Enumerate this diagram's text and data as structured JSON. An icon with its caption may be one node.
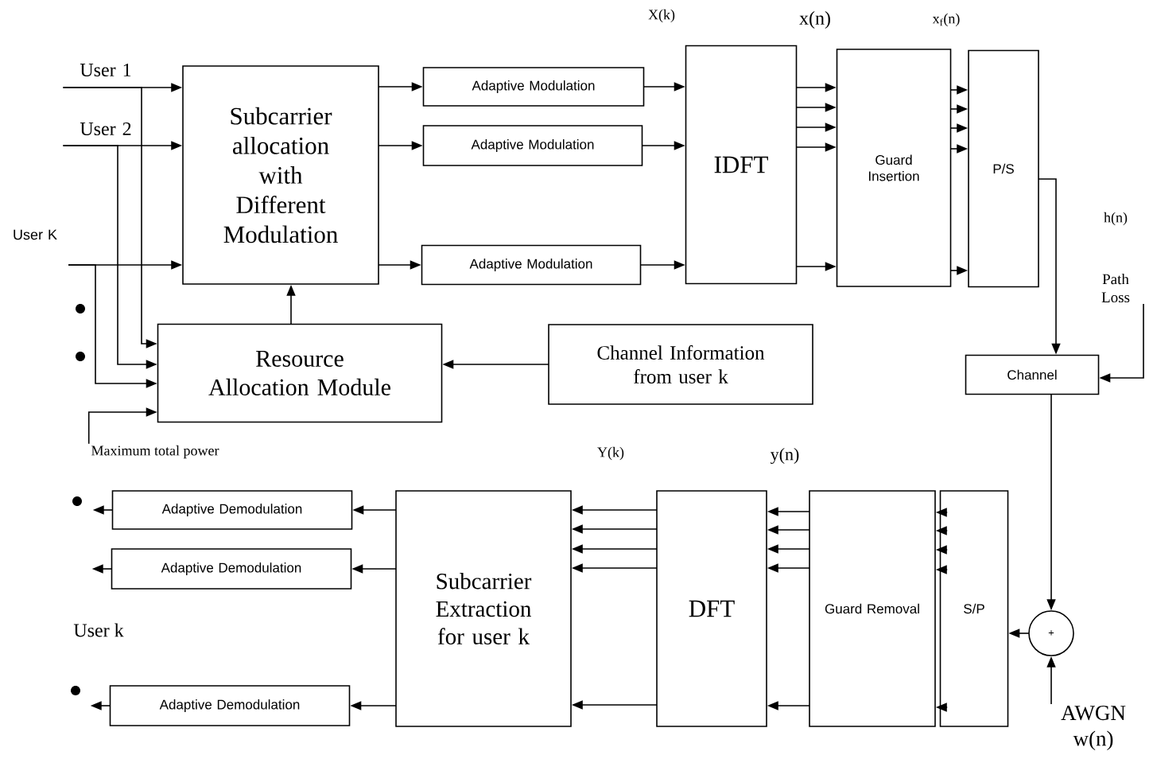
{
  "diagram": {
    "nodes": [
      {
        "text": [
          "Subcarrier allocation with Different Modulation"
        ]
      },
      {
        "text": [
          "Adaptive Modulation"
        ]
      },
      {
        "text": [
          "Adaptive Modulation"
        ]
      },
      {
        "text": [
          "Adaptive Modulation"
        ]
      },
      {
        "text": [
          "IDFT"
        ]
      },
      {
        "text": [
          "Guard Insertion"
        ]
      },
      {
        "text": [
          "P/S"
        ]
      },
      {
        "text": [
          "Resource Allocation Module"
        ]
      },
      {
        "text": [
          "Channel Information from user k"
        ]
      },
      {
        "text": [
          "Channel"
        ]
      },
      {
        "text": [
          "+"
        ]
      },
      {
        "text": [
          "S/P"
        ]
      },
      {
        "text": [
          "Guard Removal"
        ]
      },
      {
        "text": [
          "DFT"
        ]
      },
      {
        "text": [
          "Subcarrier Extraction for user k"
        ]
      },
      {
        "text": [
          "Adaptive Demodulation"
        ]
      },
      {
        "text": [
          "Adaptive Demodulation"
        ]
      },
      {
        "text": [
          "Adaptive Demodulation"
        ]
      },
      {
        "text": [
          "User 1"
        ]
      },
      {
        "text": [
          "User 2"
        ]
      },
      {
        "text": [
          "User K"
        ]
      },
      {
        "text": [
          "Maximum total power"
        ]
      },
      {
        "text": [
          "Path Loss"
        ]
      },
      {
        "text": [
          "AWGN w(n)"
        ]
      }
    ],
    "edges": [
      {
        "from": 18,
        "to": 0,
        "arrow": "to"
      },
      {
        "from": 18,
        "to": 7,
        "arrow": "to"
      },
      {
        "from": 19,
        "to": 0,
        "arrow": "to"
      },
      {
        "from": 19,
        "to": 7,
        "arrow": "to"
      },
      {
        "from": 20,
        "to": 0,
        "arrow": "to"
      },
      {
        "from": 20,
        "to": 7,
        "arrow": "to"
      },
      {
        "from": 21,
        "to": 7,
        "arrow": "to"
      },
      {
        "from": 7,
        "to": 0,
        "arrow": "to"
      },
      {
        "from": 0,
        "to": 1,
        "arrow": "to"
      },
      {
        "from": 0,
        "to": 2,
        "arrow": "to"
      },
      {
        "from": 0,
        "to": 3,
        "arrow": "to"
      },
      {
        "from": 1,
        "to": 4,
        "arrow": "to"
      },
      {
        "from": 2,
        "to": 4,
        "arrow": "to"
      },
      {
        "from": 3,
        "to": 4,
        "arrow": "to"
      },
      {
        "from": 4,
        "to": 5,
        "arrow": "to"
      },
      {
        "from": 4,
        "to": 5,
        "arrow": "to"
      },
      {
        "from": 4,
        "to": 5,
        "arrow": "to"
      },
      {
        "from": 4,
        "to": 5,
        "arrow": "to"
      },
      {
        "from": 4,
        "to": 5,
        "arrow": "to"
      },
      {
        "from": 5,
        "to": 6,
        "arrow": "to"
      },
      {
        "from": 5,
        "to": 6,
        "arrow": "to"
      },
      {
        "from": 5,
        "to": 6,
        "arrow": "to"
      },
      {
        "from": 5,
        "to": 6,
        "arrow": "to"
      },
      {
        "from": 5,
        "to": 6,
        "arrow": "to"
      },
      {
        "from": 8,
        "to": 7,
        "arrow": "to"
      },
      {
        "from": 6,
        "to": 9,
        "arrow": "to"
      },
      {
        "from": 22,
        "to": 9,
        "arrow": "to"
      },
      {
        "from": 9,
        "to": 10,
        "arrow": "to"
      },
      {
        "from": 23,
        "to": 10,
        "arrow": "to"
      },
      {
        "from": 10,
        "to": 11,
        "arrow": "to"
      },
      {
        "from": 11,
        "to": 12,
        "arrow": "to"
      },
      {
        "from": 11,
        "to": 12,
        "arrow": "to"
      },
      {
        "from": 11,
        "to": 12,
        "arrow": "to"
      },
      {
        "from": 11,
        "to": 12,
        "arrow": "to"
      },
      {
        "from": 11,
        "to": 12,
        "arrow": "to"
      },
      {
        "from": 12,
        "to": 13,
        "arrow": "to"
      },
      {
        "from": 12,
        "to": 13,
        "arrow": "to"
      },
      {
        "from": 12,
        "to": 13,
        "arrow": "to"
      },
      {
        "from": 12,
        "to": 13,
        "arrow": "to"
      },
      {
        "from": 12,
        "to": 13,
        "arrow": "to"
      },
      {
        "from": 13,
        "to": 14,
        "arrow": "to"
      },
      {
        "from": 13,
        "to": 14,
        "arrow": "to"
      },
      {
        "from": 13,
        "to": 14,
        "arrow": "to"
      },
      {
        "from": 13,
        "to": 14,
        "arrow": "to"
      },
      {
        "from": 13,
        "to": 14,
        "arrow": "to"
      },
      {
        "from": 14,
        "to": 15,
        "arrow": "to"
      },
      {
        "from": 14,
        "to": 16,
        "arrow": "to"
      },
      {
        "from": 14,
        "to": 17,
        "arrow": "to"
      },
      {
        "from": 15,
        "to": null,
        "arrow": "to"
      },
      {
        "from": 16,
        "to": null,
        "arrow": "to"
      },
      {
        "from": 17,
        "to": null,
        "arrow": "to"
      }
    ],
    "labels": [
      "X(k)",
      "x(n)",
      "x$_{f}$(n)",
      "h(n)",
      "Y(k)",
      "y(n)",
      "User k"
    ]
  }
}
